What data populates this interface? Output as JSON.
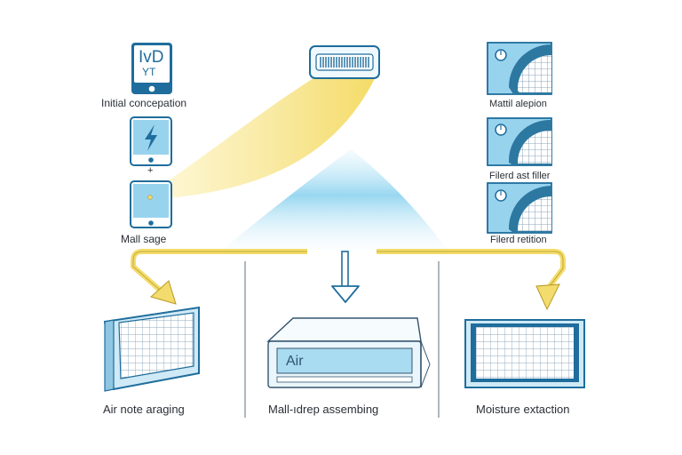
{
  "left_column": {
    "device_top_text_line1": "IvD",
    "device_top_text_line2": "YT",
    "label_1": "Initial concepation",
    "connector": "+",
    "label_2": "Mall sage"
  },
  "right_column": {
    "label_1": "Mattil alepion",
    "label_2": "Filerd ast filler",
    "label_3": "Filerd retition"
  },
  "bottom": {
    "left_label": "Air note araging",
    "center_box_text": "Air",
    "center_label": "Mall-ıdrep assembing",
    "right_label": "Moisture extaction"
  },
  "colors": {
    "accent_blue": "#1f6d9c",
    "light_blue": "#bfe3f3",
    "beam_yellow": "#f6dc6a",
    "beam_blue": "#7cc7ea",
    "arrow_yellow": "#f3dc6d"
  },
  "icons": [
    "tablet-icon",
    "lightning-icon",
    "air-unit-icon",
    "dial-icon",
    "filter-grid-icon",
    "arrow-down-icon"
  ]
}
